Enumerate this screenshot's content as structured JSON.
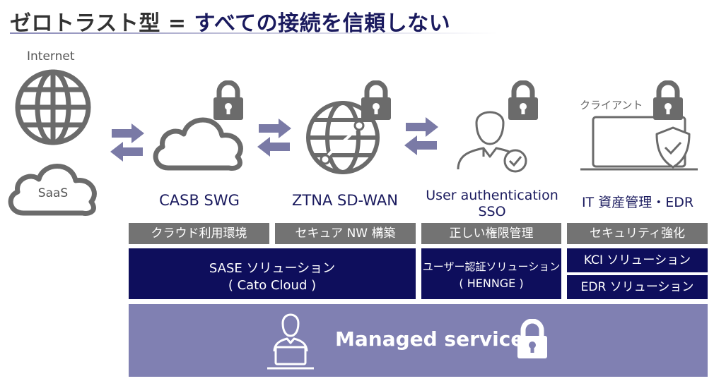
{
  "title": {
    "prefix": "ゼロトラスト型",
    "equals": "=",
    "emphasis": "すべての接続を信頼しない"
  },
  "left": {
    "internet_label": "Internet",
    "saas_label": "SaaS"
  },
  "columns": [
    {
      "label": "CASB SWG",
      "category": "クラウド利用環境"
    },
    {
      "label": "ZTNA SD-WAN",
      "category": "セキュア NW 構築"
    },
    {
      "label_line1": "User authentication",
      "label_line2": "SSO",
      "category": "正しい権限管理"
    },
    {
      "client_caption": "クライアント",
      "label": "IT 資産管理・EDR",
      "category": "セキュリティ強化"
    }
  ],
  "solutions": {
    "sase_line1": "SASE ソリューション",
    "sase_line2": "( Cato Cloud )",
    "auth_line1": "ユーザー認証ソリューション",
    "auth_line2": "( HENNGE )",
    "kci": "KCI ソリューション",
    "edr": "EDR ソリューション"
  },
  "managed": {
    "label": "Managed service"
  },
  "colors": {
    "navy": "#0e0e5c",
    "grey": "#737373",
    "managed_bg": "#8080b2",
    "icon_grey": "#6b6b6b",
    "arrow": "#7a7aa6"
  }
}
